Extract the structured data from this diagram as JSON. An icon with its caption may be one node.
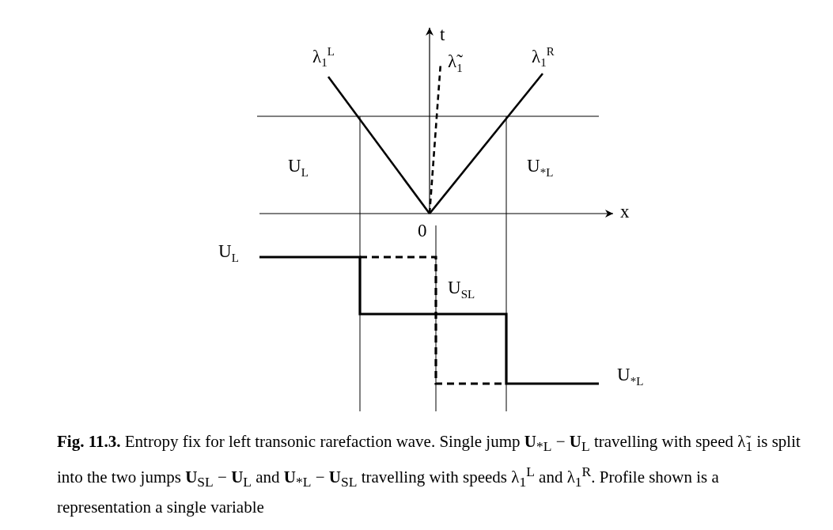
{
  "diagram": {
    "caption": "**Fig. 11.3.** Entropy fix for left transonic rarefaction wave. Single jump **U**$_{*L}$ − **U**$_{L}$ travelling with speed λ̃$_{1}$ is split into the two jumps **U**$_{SL}$ − **U**$_{L}$ and **U**$_{*L}$ − **U**$_{SL}$ travelling with speeds λ$_{1}$$^{L}$ and λ$_{1}$$^{R}$. Profile shown is a representation a single variable",
    "labels": [
      "λ$_{1}$$^{L}$",
      "t",
      "λ̃$_{1}$",
      "λ$_{1}$$^{R}$",
      "U$_{L}$",
      "U$_{*L}$",
      "x",
      "0",
      "U$_{L}$",
      "U$_{SL}$",
      "U$_{*L}$"
    ]
  }
}
